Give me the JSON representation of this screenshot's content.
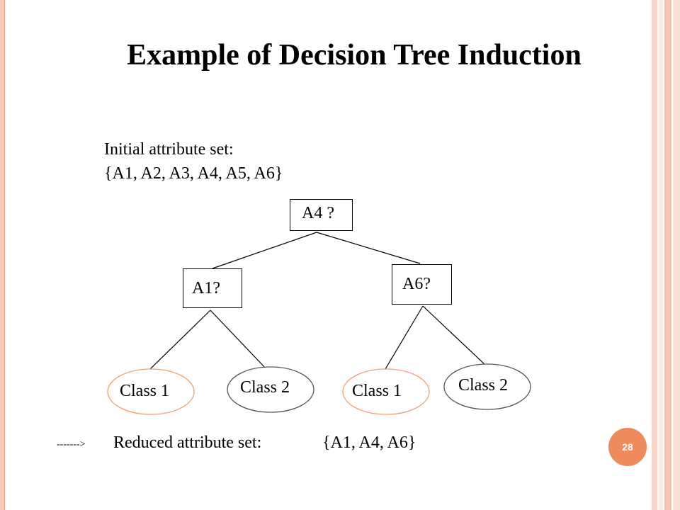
{
  "slide": {
    "title": "Example of Decision Tree Induction",
    "page_number": "28"
  },
  "initial": {
    "label": "Initial attribute set:",
    "set": "{A1, A2, A3, A4, A5, A6}"
  },
  "tree": {
    "root": "A4 ?",
    "left": "A1?",
    "right": "A6?",
    "leaves": [
      "Class 1",
      "Class 2",
      "Class 1",
      "Class 2"
    ]
  },
  "reduced": {
    "arrow": "------->",
    "label": "Reduced attribute set:",
    "set": "{A1, A4, A6}"
  },
  "colors": {
    "class1_border": "#f0a070",
    "class2_border": "#555555",
    "badge": "#f08a5d",
    "frame": "#f6c9b8"
  }
}
